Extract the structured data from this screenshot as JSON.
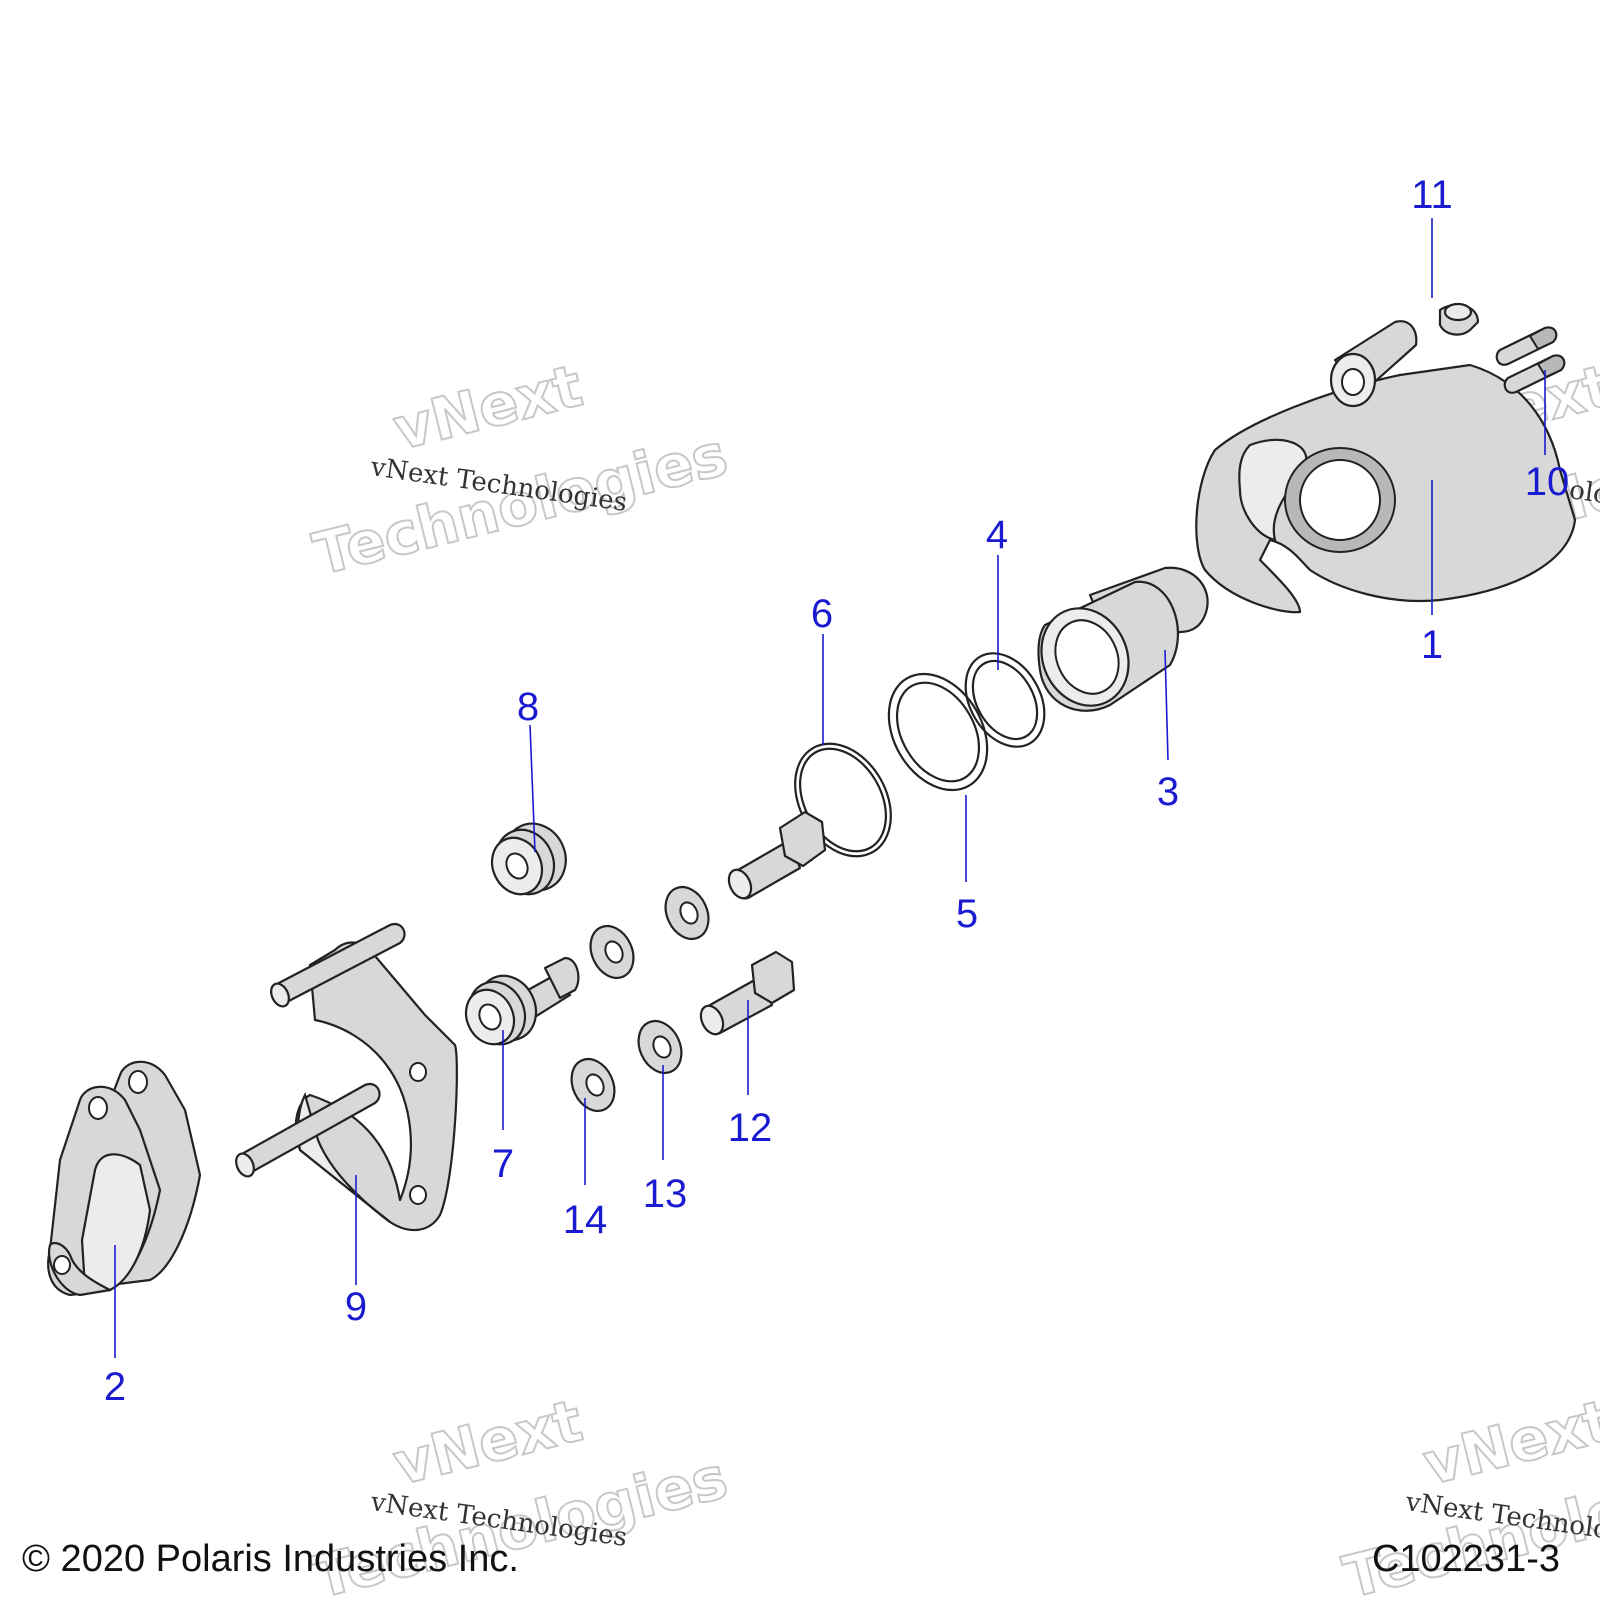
{
  "callouts": [
    "1",
    "2",
    "3",
    "4",
    "5",
    "6",
    "7",
    "8",
    "9",
    "10",
    "11",
    "12",
    "13",
    "14"
  ],
  "watermark": {
    "line": "vNext Technologies",
    "big_word_1": "vNext",
    "big_word_2": "Technologies"
  },
  "footer": {
    "copyright": "© 2020 Polaris Industries Inc.",
    "figure_code": "C102231-3"
  },
  "colors": {
    "callout": "#1a1ad0",
    "part_fill": "#d8d8d8",
    "outline": "#222222"
  }
}
